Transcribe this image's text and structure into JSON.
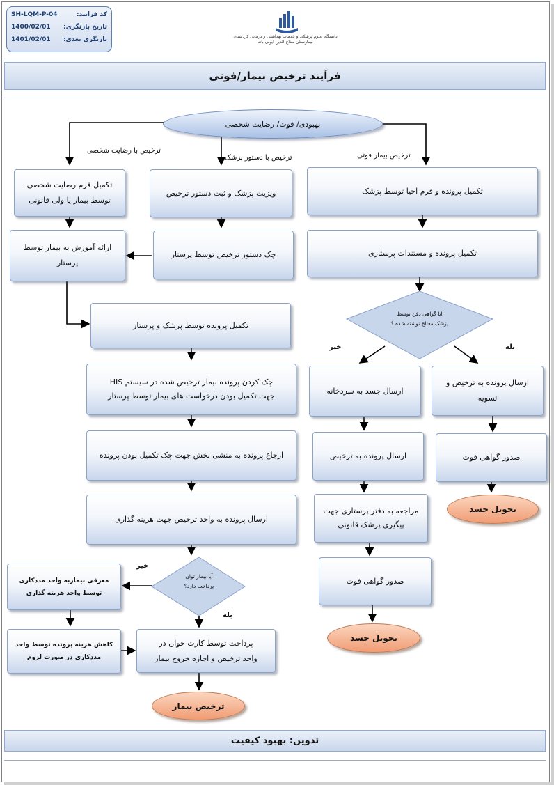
{
  "header": {
    "code_label": "کد فرایند:",
    "code_value": "SH-LQM-P-04",
    "review_label": "تاریخ بازنگری:",
    "review_value": "1400/02/01",
    "next_label": "بازنگری بعدی:",
    "next_value": "1401/02/01",
    "university_line1": "دانشگاه علوم پزشکی و خدمات بهداشتی و درمانی کردستان",
    "university_line2": "بیمارستان صلاح الدین ایوبی بانه"
  },
  "title": "فرآیند ترخیص بیمار/فوتی",
  "start": "بهبودی/ فوت/ رضایت شخصی",
  "branches": {
    "personal": "ترخیص با رضایت شخصی",
    "doctor": "ترخیص با دستور پزشک",
    "death": "ترخیص بیمار فوتی"
  },
  "left": {
    "form": "تکمیل فرم رضایت شخصی توسط بیمار یا ولی قانونی",
    "education": "ارائه آموزش به بیمار توسط پرستار"
  },
  "middle": {
    "visit": "ویزیت پزشک و ثبت دستور ترخیص",
    "check_order": "چک دستور ترخیص توسط پرستار",
    "complete_file": "تکمیل پرونده توسط پزشک و پرستار",
    "his_line1": "چک کردن پرونده بیمار ترخیص شده در سیستم HIS",
    "his_line2": "جهت تکمیل بودن درخواست های بیمار توسط پرستار",
    "refer_secretary": "ارجاع پرونده به منشی بخش جهت چک تکمیل بودن پرونده",
    "send_billing": "ارسال پرونده به واحد ترخیص جهت هزینه گذاری",
    "decision_line1": "آیا بیمار توان",
    "decision_line2": "پرداخت دارد؟",
    "no_label": "خیر",
    "yes_label": "بله",
    "social_work": "معرفی بیماربه واحد مددکاری توسط واحد هزینه گذاری",
    "reduce_cost": "کاهش هزینه پرونده توسط واحد مددکاری در صورت لزوم",
    "payment_line1": "پرداخت توسط کارت خوان در",
    "payment_line2": "واحد ترخیص و اجازه خروج بیمار",
    "end": "ترخیص بیمار"
  },
  "right": {
    "revive_form": "تکمیل پرونده و فرم احیا توسط پزشک",
    "nursing_docs": "تکمیل پرونده و مستندات پرستاری",
    "decision_line1": "آیا گواهی دفن توسط",
    "decision_line2": "پزشک معالج نوشته شده ؟",
    "no_label": "خیر",
    "yes_label": "بله",
    "morgue": "ارسال جسد به سردخانه",
    "to_discharge": "ارسال پرونده به ترخیص",
    "forensic": "مراجعه به دفتر پرستاری جهت پیگیری پزشک قانونی",
    "certificate_a": "صدور گواهی فوت",
    "end_a": "تحویل جسد",
    "settle": "ارسال پرونده به ترخیص و تسویه",
    "certificate_b": "صدور گواهی فوت",
    "end_b": "تحویل جسد"
  },
  "footer": "تدوین: بهبود کیفیت",
  "colors": {
    "box_fill": "#c8d6ec",
    "end_fill": "#f19c74",
    "band_fill": "#c9d7ec"
  }
}
